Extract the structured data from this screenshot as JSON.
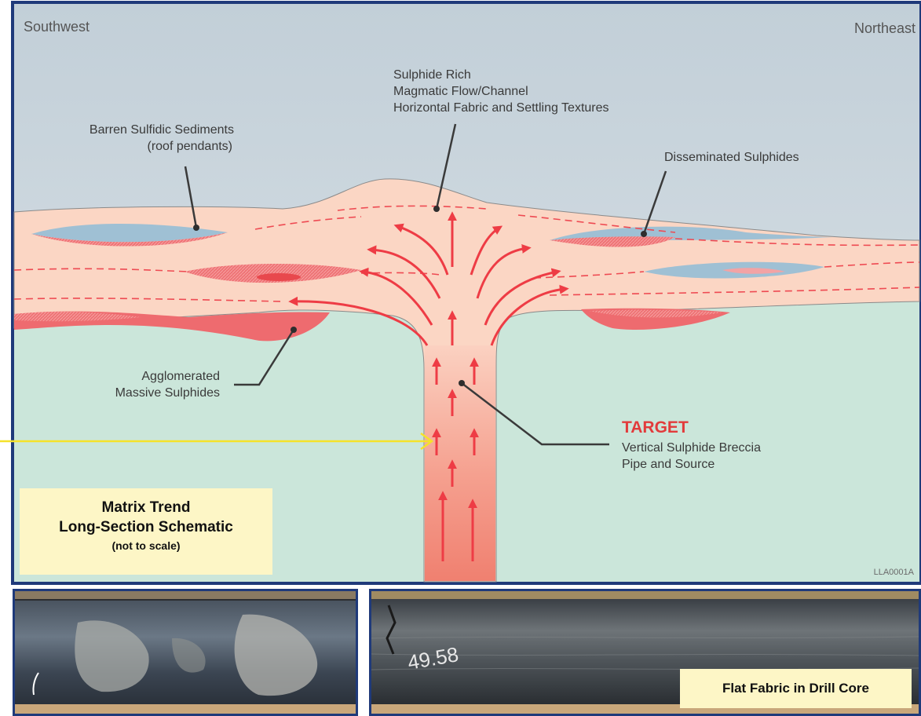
{
  "directions": {
    "left": "Southwest",
    "right": "Northeast"
  },
  "labels": {
    "barren_line1": "Barren Sulfidic Sediments",
    "barren_line2": "(roof pendants)",
    "rich_line1": "Sulphide Rich",
    "rich_line2": "Magmatic Flow/Channel",
    "rich_line3": "Horizontal Fabric and Settling Textures",
    "disseminated": "Disseminated Sulphides",
    "agglom_line1": "Agglomerated",
    "agglom_line2": "Massive Sulphides",
    "target_title": "TARGET",
    "target_line1": "Vertical Sulphide Breccia",
    "target_line2": "Pipe and Source",
    "figure_code": "LLA0001A"
  },
  "caption_schematic": {
    "line1": "Matrix Trend",
    "line2": "Long-Section Schematic",
    "line3": "(not to scale)"
  },
  "core_marking": "49.58",
  "caption_photo": "Flat Fabric in Drill Core",
  "colors": {
    "sky": "#c9d6de",
    "ground": "#cbe6da",
    "intrusion": "#fbd6c4",
    "sulphide": "#ee6b6f",
    "sediment_blue": "#9fc0d4",
    "arrow": "#ee3c45",
    "target_red": "#e23b3b",
    "frame": "#1f3a7a",
    "caption_bg": "#fdf6c6",
    "pointer_yellow": "#f5e22a"
  }
}
